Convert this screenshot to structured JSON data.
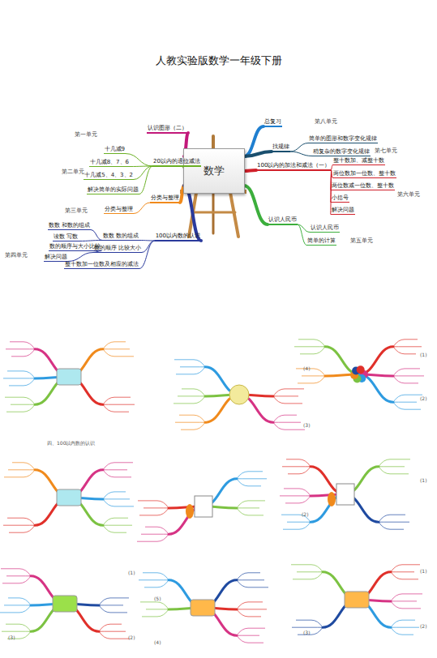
{
  "diagram": {
    "title": "人教实验版数学一年级下册",
    "nodes": [
      {
        "text": [
          "数学"
        ]
      },
      {
        "text": [
          "认识图形（二）"
        ]
      },
      {
        "text": [
          "20以内的退位减法"
        ]
      },
      {
        "text": [
          "十几减9"
        ]
      },
      {
        "text": [
          "十几减8、7、6"
        ]
      },
      {
        "text": [
          "十几减5、4、3、2"
        ]
      },
      {
        "text": [
          "解决简单的实际问题"
        ]
      },
      {
        "text": [
          "分类与整理"
        ]
      },
      {
        "text": [
          "分类与整理"
        ]
      },
      {
        "text": [
          "100以内数的认识"
        ]
      },
      {
        "text": [
          "数数 数的组成"
        ]
      },
      {
        "text": [
          "数数 和数的组成"
        ]
      },
      {
        "text": [
          "读数 写数"
        ]
      },
      {
        "text": [
          "数的顺序 比较大小"
        ]
      },
      {
        "text": [
          "数的顺序与大小比较"
        ]
      },
      {
        "text": [
          "解决问题"
        ]
      },
      {
        "text": [
          "整十数加一位数及相应的减法"
        ]
      },
      {
        "text": [
          "总复习"
        ]
      },
      {
        "text": [
          "找规律"
        ]
      },
      {
        "text": [
          "简单的图形和数字变化规律"
        ]
      },
      {
        "text": [
          "稍复杂的数字变化规律"
        ]
      },
      {
        "text": [
          "100以内的加法和减法（一）"
        ]
      },
      {
        "text": [
          "整十数加、减整十数"
        ]
      },
      {
        "text": [
          "两位数加一位数、整十数"
        ]
      },
      {
        "text": [
          "两位数减一位数、整十数"
        ]
      },
      {
        "text": [
          "小括号"
        ]
      },
      {
        "text": [
          "解决问题"
        ]
      },
      {
        "text": [
          "认识人民币"
        ]
      },
      {
        "text": [
          "认识人民币"
        ]
      },
      {
        "text": [
          "简单的计算"
        ]
      }
    ],
    "edges": [
      {
        "from": 0,
        "to": 1,
        "arrow": "none"
      },
      {
        "from": 0,
        "to": 2,
        "arrow": "none"
      },
      {
        "from": 2,
        "to": 3,
        "arrow": "none"
      },
      {
        "from": 2,
        "to": 4,
        "arrow": "none"
      },
      {
        "from": 2,
        "to": 5,
        "arrow": "none"
      },
      {
        "from": 2,
        "to": 6,
        "arrow": "none"
      },
      {
        "from": 0,
        "to": 7,
        "arrow": "none"
      },
      {
        "from": 7,
        "to": 8,
        "arrow": "none"
      },
      {
        "from": 0,
        "to": 9,
        "arrow": "none"
      },
      {
        "from": 9,
        "to": 10,
        "arrow": "none"
      },
      {
        "from": 10,
        "to": 11,
        "arrow": "none"
      },
      {
        "from": 10,
        "to": 12,
        "arrow": "none"
      },
      {
        "from": 9,
        "to": 13,
        "arrow": "none"
      },
      {
        "from": 13,
        "to": 14,
        "arrow": "none"
      },
      {
        "from": 13,
        "to": 15,
        "arrow": "none"
      },
      {
        "from": 9,
        "to": 16,
        "arrow": "none"
      },
      {
        "from": 0,
        "to": 17,
        "arrow": "none"
      },
      {
        "from": 0,
        "to": 18,
        "arrow": "none"
      },
      {
        "from": 18,
        "to": 19,
        "arrow": "none"
      },
      {
        "from": 18,
        "to": 20,
        "arrow": "none"
      },
      {
        "from": 0,
        "to": 21,
        "arrow": "none"
      },
      {
        "from": 21,
        "to": 22,
        "arrow": "none"
      },
      {
        "from": 21,
        "to": 23,
        "arrow": "none"
      },
      {
        "from": 21,
        "to": 24,
        "arrow": "none"
      },
      {
        "from": 21,
        "to": 25,
        "arrow": "none"
      },
      {
        "from": 21,
        "to": 26,
        "arrow": "none"
      },
      {
        "from": 0,
        "to": 27,
        "arrow": "none"
      },
      {
        "from": 27,
        "to": 28,
        "arrow": "none"
      },
      {
        "from": 27,
        "to": 29,
        "arrow": "none"
      }
    ],
    "labels": [
      "第一单元",
      "第二单元",
      "第三单元",
      "第四单元",
      "第五单元",
      "第六单元",
      "第七单元",
      "第八单元",
      "四、100以内数的认识",
      "(1)",
      "(2)",
      "(3)",
      "(4)",
      "(1)",
      "(2)",
      "(1)",
      "(2)",
      "(3)",
      "(5)",
      "(4)",
      "(1)",
      "(2)",
      "(3)"
    ]
  }
}
